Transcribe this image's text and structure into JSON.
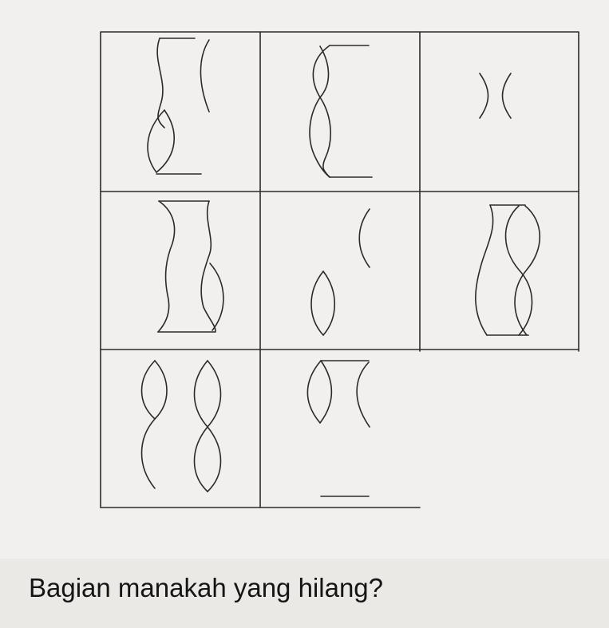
{
  "puzzle": {
    "question": "Bagian manakah yang hilang?",
    "grid": {
      "rows": 3,
      "columns": 3,
      "missing_cell": "row 3, column 3"
    }
  }
}
